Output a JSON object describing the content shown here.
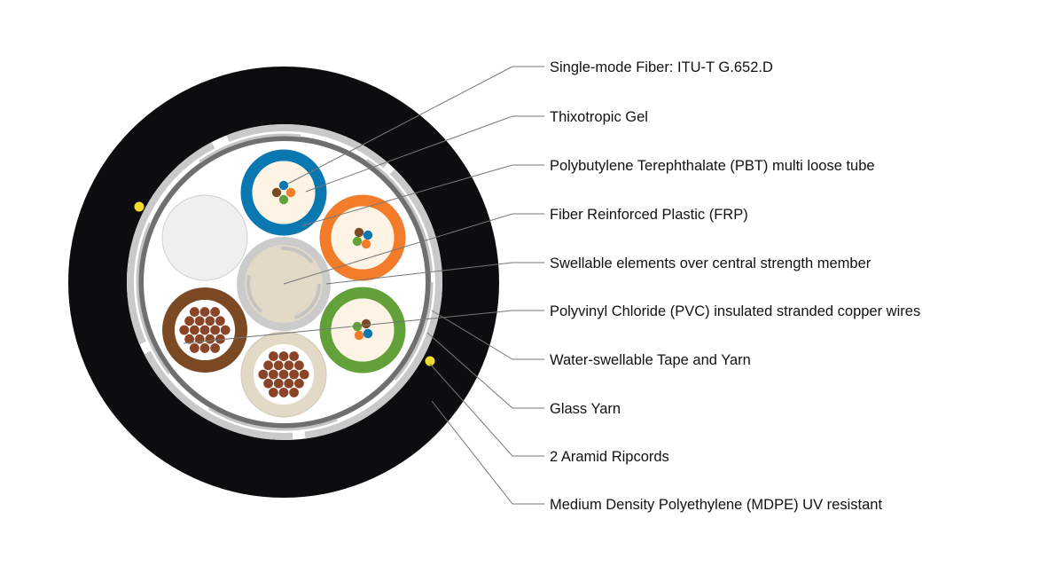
{
  "labels": [
    "Single-mode Fiber: ITU-T G.652.D",
    "Thixotropic Gel",
    "Polybutylene Terephthalate (PBT) multi loose tube",
    "Fiber Reinforced Plastic (FRP)",
    "Swellable elements over central strength member",
    "Polyvinyl Chloride (PVC) insulated stranded copper wires",
    "Water-swellable Tape and Yarn",
    "Glass Yarn",
    "2 Aramid Ripcords",
    "Medium Density Polyethylene (MDPE) UV resistant"
  ],
  "colors": {
    "sheath": "#0d0d0f",
    "blue": "#0a78b0",
    "orange": "#f27c2a",
    "green": "#62a03a",
    "brown": "#7b4a25",
    "copper": "#8a4428",
    "gel": "#fdf4e6",
    "ripcord": "#f0dc2c",
    "beige": "#e2d9c7"
  }
}
